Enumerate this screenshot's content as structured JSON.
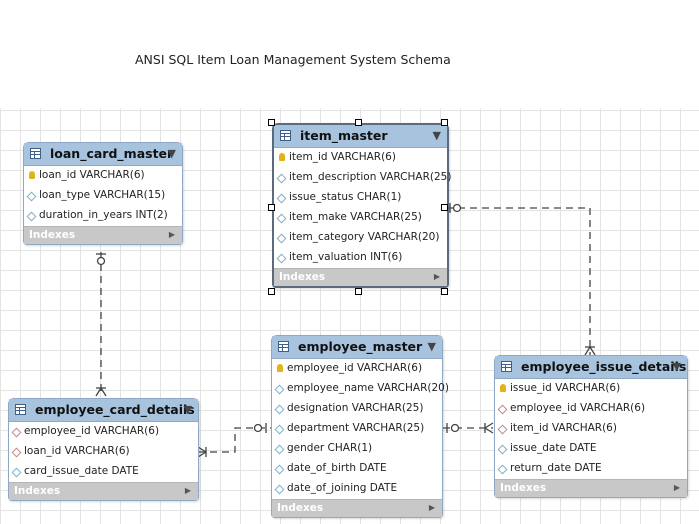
{
  "diagram": {
    "title": "ANSI SQL Item Loan Management System Schema",
    "colors": {
      "header": "#a7c3de",
      "indexes_bar": "#c8c8c8",
      "grid": "#e3e3e3"
    }
  },
  "tables": {
    "loan_card_master": {
      "name": "loan_card_master",
      "columns": [
        {
          "text": "loan_id VARCHAR(6)",
          "icon": "primary-key-icon"
        },
        {
          "text": "loan_type VARCHAR(15)",
          "icon": "attribute-icon"
        },
        {
          "text": "duration_in_years INT(2)",
          "icon": "attribute-icon"
        }
      ],
      "indexes_label": "Indexes"
    },
    "item_master": {
      "name": "item_master",
      "columns": [
        {
          "text": "item_id VARCHAR(6)",
          "icon": "primary-key-icon"
        },
        {
          "text": "item_description VARCHAR(25)",
          "icon": "attribute-icon"
        },
        {
          "text": "issue_status CHAR(1)",
          "icon": "attribute-icon"
        },
        {
          "text": "item_make VARCHAR(25)",
          "icon": "attribute-icon"
        },
        {
          "text": "item_category VARCHAR(20)",
          "icon": "attribute-icon"
        },
        {
          "text": "item_valuation INT(6)",
          "icon": "attribute-icon"
        }
      ],
      "indexes_label": "Indexes"
    },
    "employee_master": {
      "name": "employee_master",
      "columns": [
        {
          "text": "employee_id VARCHAR(6)",
          "icon": "primary-key-icon"
        },
        {
          "text": "employee_name VARCHAR(20)",
          "icon": "attribute-icon"
        },
        {
          "text": "designation VARCHAR(25)",
          "icon": "attribute-icon"
        },
        {
          "text": "department VARCHAR(25)",
          "icon": "attribute-icon"
        },
        {
          "text": "gender CHAR(1)",
          "icon": "attribute-icon"
        },
        {
          "text": "date_of_birth DATE",
          "icon": "attribute-icon"
        },
        {
          "text": "date_of_joining DATE",
          "icon": "attribute-icon"
        }
      ],
      "indexes_label": "Indexes"
    },
    "employee_card_details": {
      "name": "employee_card_details",
      "columns": [
        {
          "text": "employee_id VARCHAR(6)",
          "icon": "foreign-key-icon"
        },
        {
          "text": "loan_id VARCHAR(6)",
          "icon": "foreign-key-icon"
        },
        {
          "text": "card_issue_date DATE",
          "icon": "attribute-icon"
        }
      ],
      "indexes_label": "Indexes"
    },
    "employee_issue_details": {
      "name": "employee_issue_details",
      "columns": [
        {
          "text": "issue_id VARCHAR(6)",
          "icon": "primary-key-icon"
        },
        {
          "text": "employee_id VARCHAR(6)",
          "icon": "foreign-key-icon"
        },
        {
          "text": "item_id VARCHAR(6)",
          "icon": "foreign-key-icon"
        },
        {
          "text": "issue_date DATE",
          "icon": "attribute-icon"
        },
        {
          "text": "return_date DATE",
          "icon": "attribute-icon"
        }
      ],
      "indexes_label": "Indexes"
    }
  }
}
